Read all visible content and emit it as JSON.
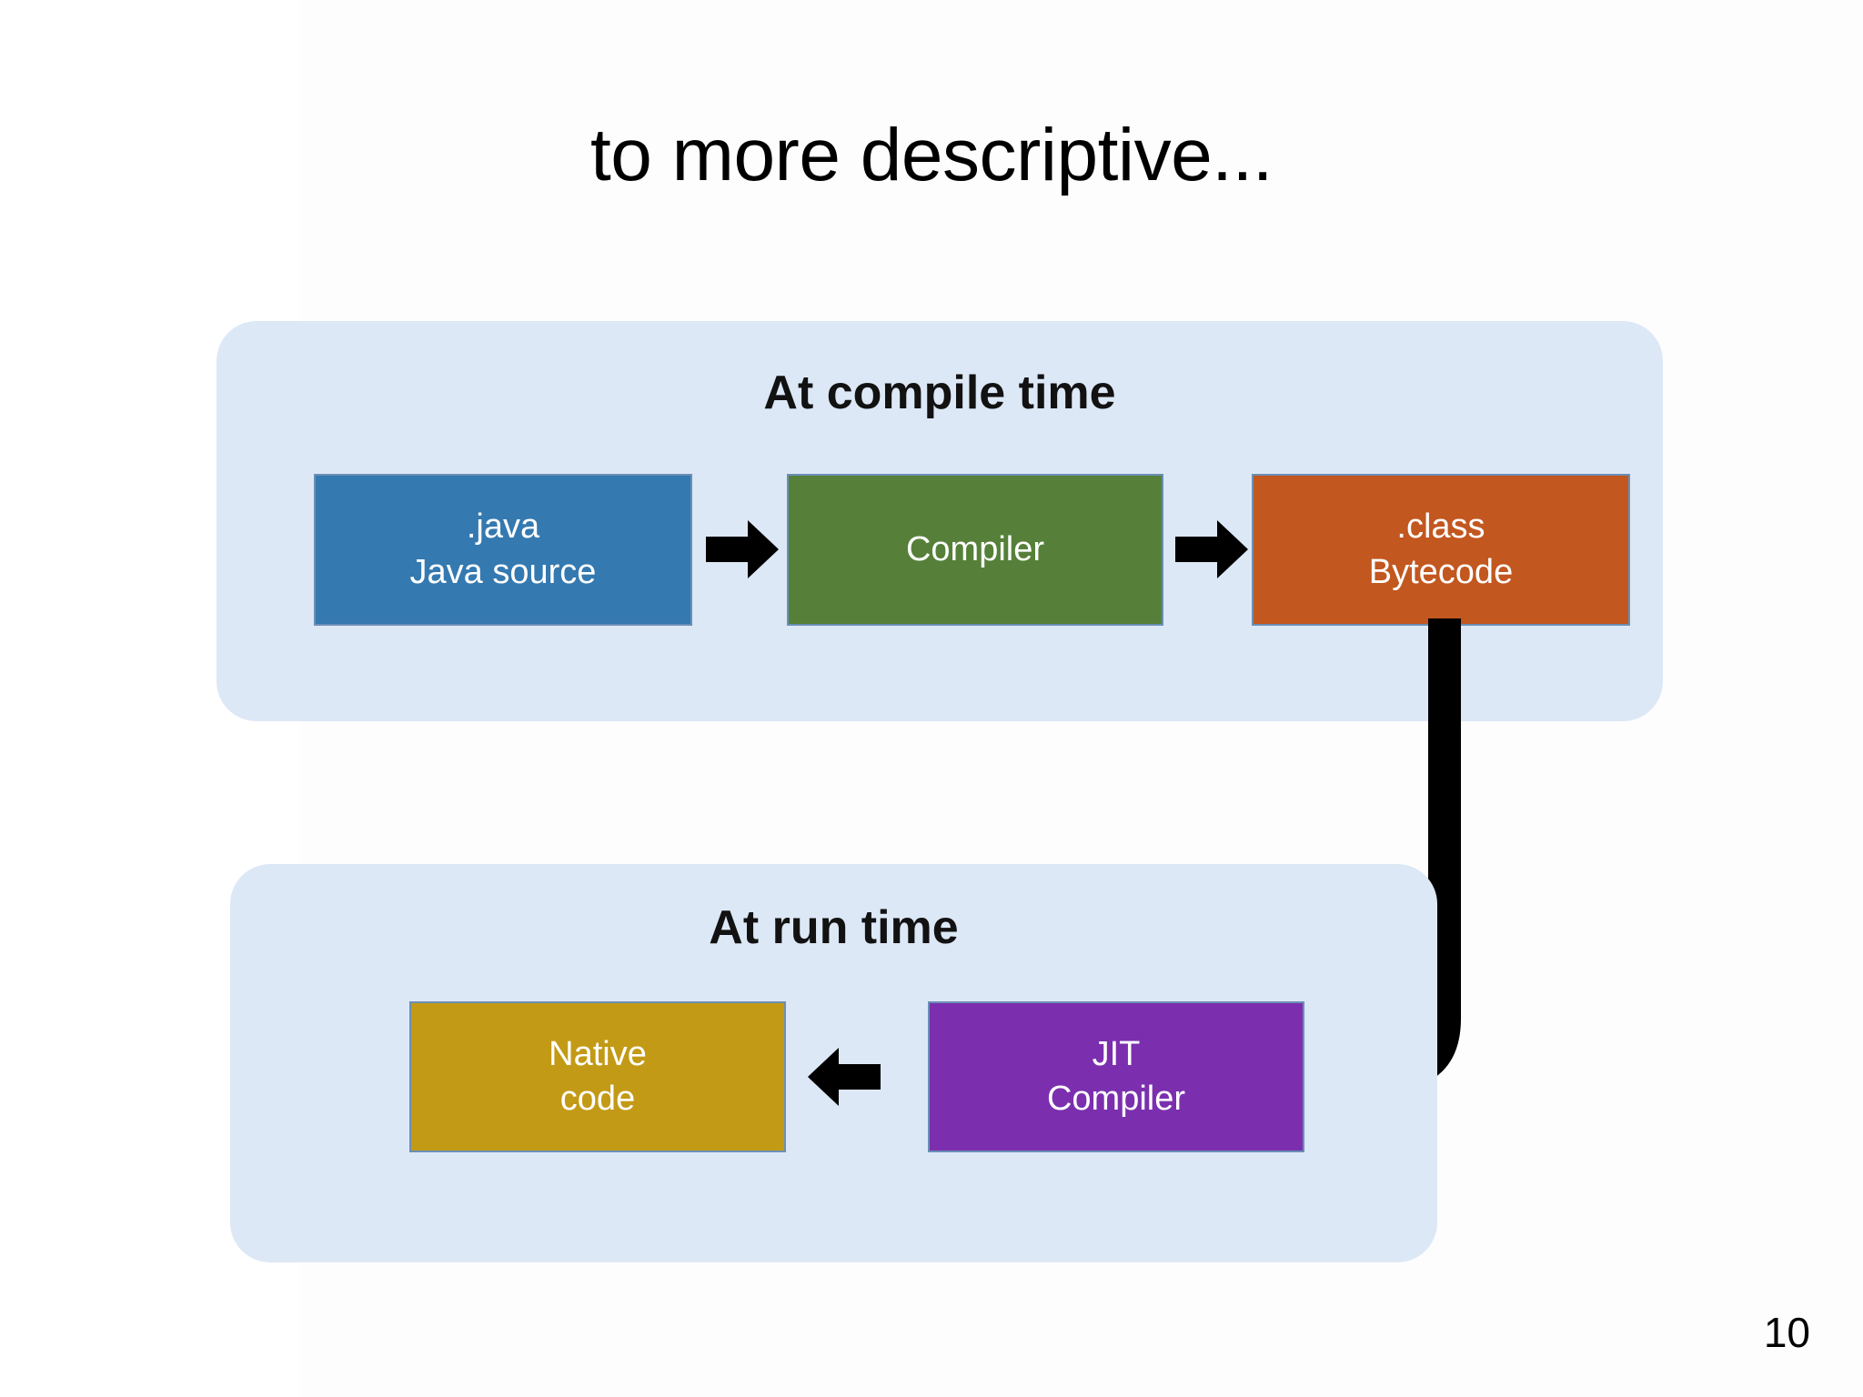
{
  "slide": {
    "title": "to more descriptive...",
    "page_number": "10"
  },
  "colors": {
    "panel_background": "#dde8f6",
    "java_box": "#3479b0",
    "compiler_box": "#568039",
    "class_box": "#c2571f",
    "native_box": "#c39a16",
    "jit_box": "#7b2fae",
    "arrow": "#000000",
    "box_border": "#6b8fb5",
    "slide_background": "#ffffff"
  },
  "diagram": {
    "type": "flowchart",
    "phases": [
      {
        "id": "compile-time",
        "heading": "At compile time",
        "nodes": [
          {
            "id": "java-source",
            "lines": [
              ".java",
              "Java source"
            ],
            "color": "#3479b0"
          },
          {
            "id": "compiler",
            "lines": [
              "Compiler"
            ],
            "color": "#568039"
          },
          {
            "id": "bytecode",
            "lines": [
              ".class",
              "Bytecode"
            ],
            "color": "#c2571f"
          }
        ]
      },
      {
        "id": "run-time",
        "heading": "At run time",
        "nodes": [
          {
            "id": "native-code",
            "lines": [
              "Native",
              "code"
            ],
            "color": "#c39a16"
          },
          {
            "id": "jit-compiler",
            "lines": [
              "JIT",
              "Compiler"
            ],
            "color": "#7b2fae"
          }
        ]
      }
    ],
    "edges": [
      {
        "id": "java-to-compiler",
        "from": "java-source",
        "to": "compiler",
        "direction": "right",
        "style": "straight"
      },
      {
        "id": "compiler-to-class",
        "from": "compiler",
        "to": "bytecode",
        "direction": "right",
        "style": "straight"
      },
      {
        "id": "class-to-jit",
        "from": "bytecode",
        "to": "jit-compiler",
        "direction": "left",
        "style": "elbow-curved"
      },
      {
        "id": "jit-to-native",
        "from": "jit-compiler",
        "to": "native-code",
        "direction": "left",
        "style": "straight"
      }
    ]
  },
  "boxes": {
    "java": {
      "line1": ".java",
      "line2": "Java source"
    },
    "compiler": {
      "line1": "Compiler"
    },
    "class": {
      "line1": ".class",
      "line2": "Bytecode"
    },
    "native": {
      "line1": "Native",
      "line2": "code"
    },
    "jit": {
      "line1": "JIT",
      "line2": "Compiler"
    }
  },
  "headings": {
    "compile": "At compile time",
    "runtime": "At run time"
  }
}
